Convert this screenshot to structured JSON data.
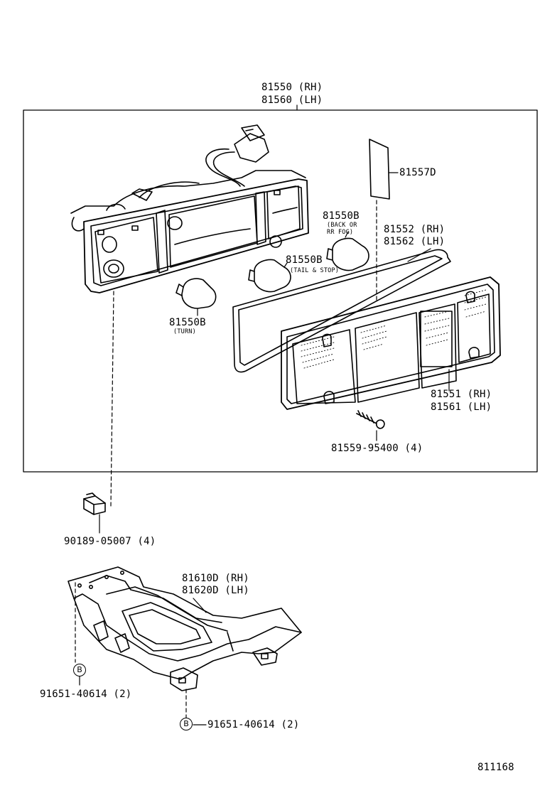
{
  "assembly": {
    "rh": "81550 (RH)",
    "lh": "81560 (LH)"
  },
  "labels": {
    "plate": "81557D",
    "bulb_back": "81550B",
    "bulb_back_note1": "(BACK OR",
    "bulb_back_note2": "RR FOG)",
    "gasket_rh": "81552 (RH)",
    "gasket_lh": "81562 (LH)",
    "bulb_tail": "81550B",
    "bulb_tail_note": "(TAIL & STOP)",
    "bulb_turn": "81550B",
    "bulb_turn_note": "(TURN)",
    "lens_rh": "81551 (RH)",
    "lens_lh": "81561 (LH)",
    "screw": "81559-95400 (4)",
    "nut": "90189-05007 (4)",
    "bracket_rh": "81610D (RH)",
    "bracket_lh": "81620D (LH)",
    "clip_left": "91651-40614 (2)",
    "clip_bottom": "91651-40614 (2)",
    "ref_b": "B",
    "drawing_no": "811168"
  }
}
